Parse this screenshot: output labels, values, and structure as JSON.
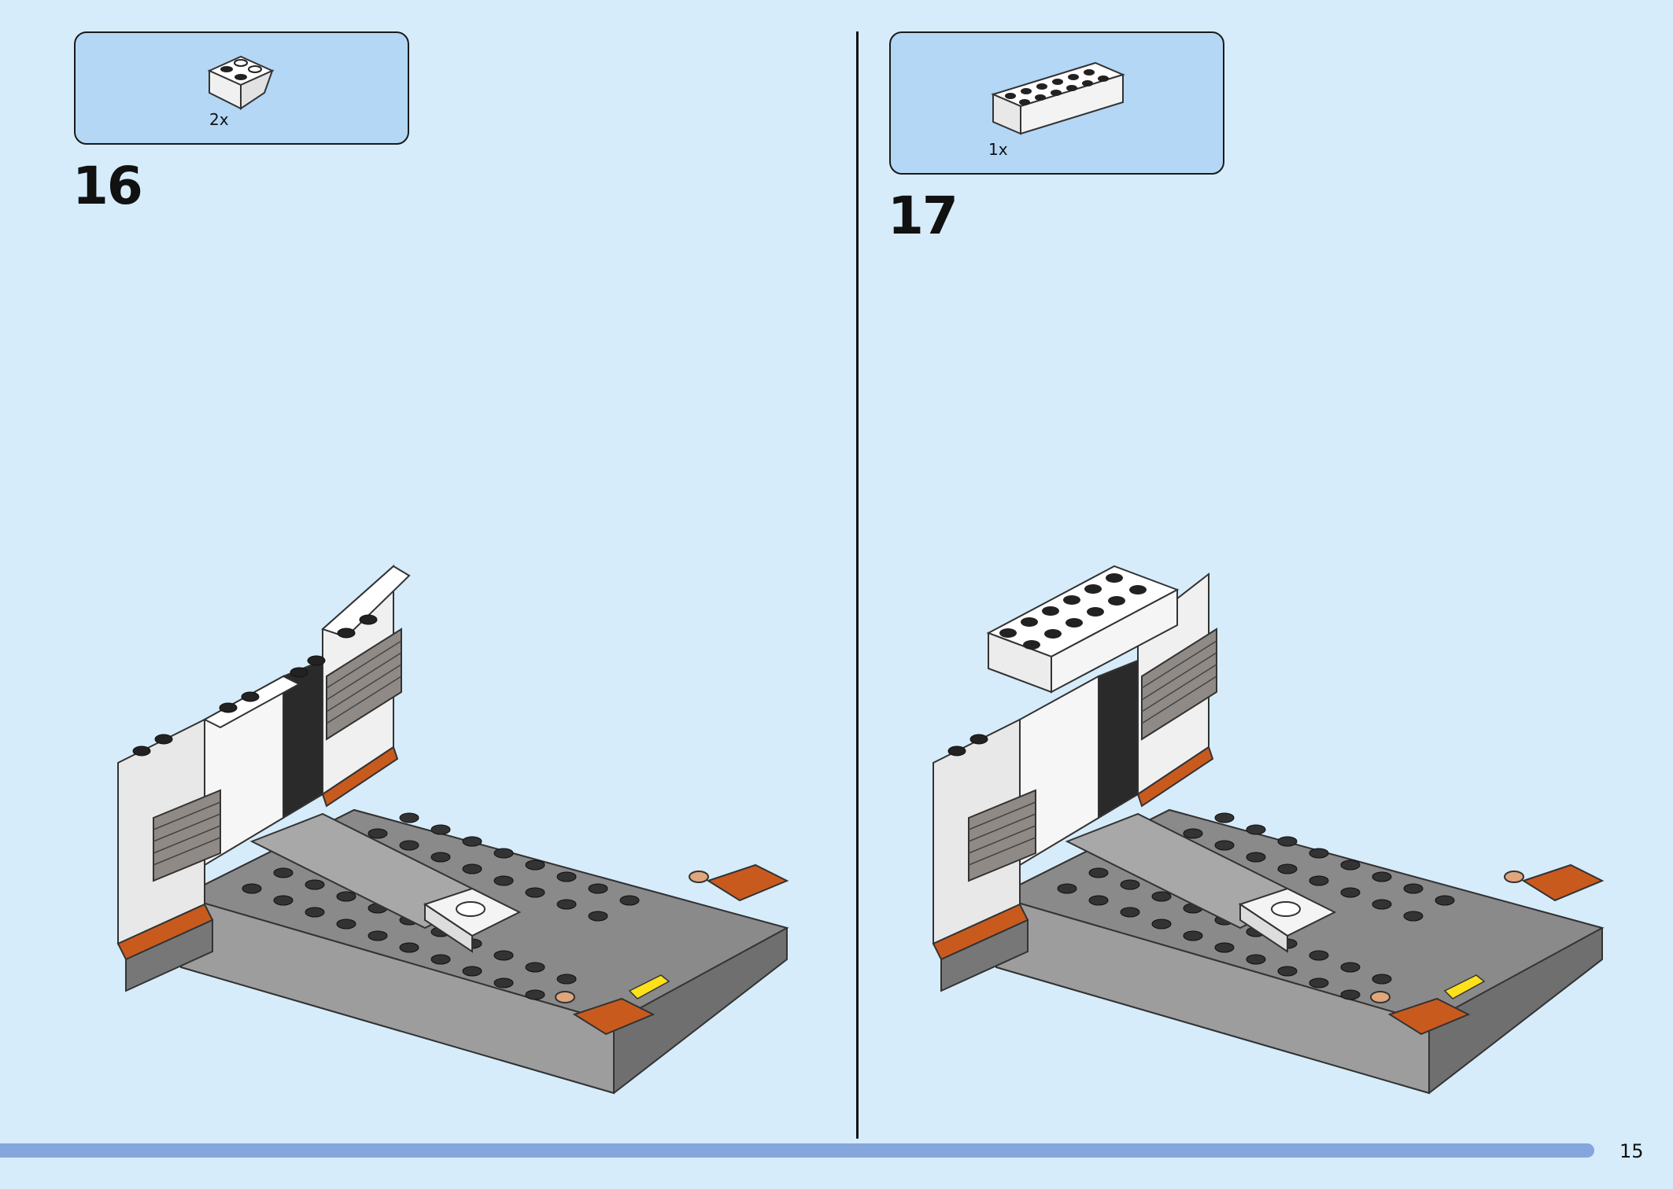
{
  "steps": [
    {
      "number": "16",
      "parts": [
        {
          "quantity": "2x",
          "piece": "white-inverted-slope-brick"
        }
      ]
    },
    {
      "number": "17",
      "parts": [
        {
          "quantity": "1x",
          "piece": "white-2x6-brick"
        }
      ]
    }
  ],
  "page": {
    "number": "15"
  },
  "colors": {
    "background": "#d6ecfb",
    "parts_box": "#b3d7f5",
    "progress_bar": "#85a6dc"
  }
}
